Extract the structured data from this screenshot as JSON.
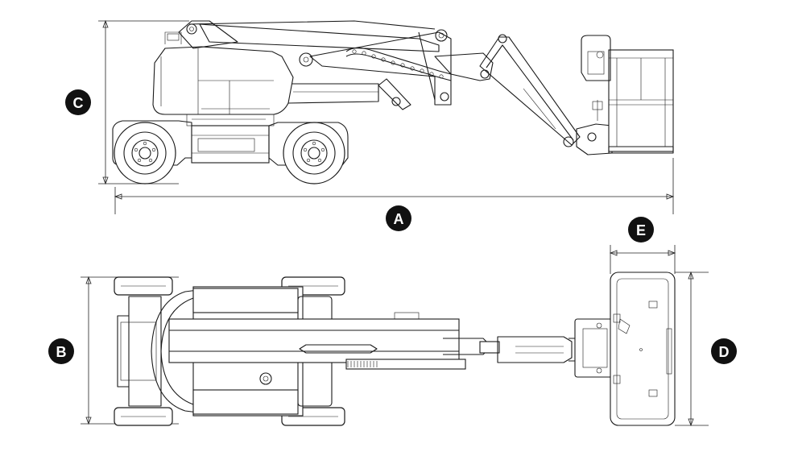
{
  "labels": {
    "a": "A",
    "b": "B",
    "c": "C",
    "d": "D",
    "e": "E"
  },
  "colors": {
    "line": "#1a1a1a",
    "badge": "#111111",
    "badge_text": "#ffffff",
    "background": "#ffffff"
  }
}
